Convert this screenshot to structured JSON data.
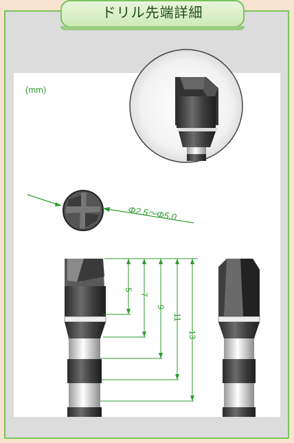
{
  "header": {
    "title": "ドリル先端詳細"
  },
  "diagram": {
    "unit_label": "(mm)",
    "diameter_label": "Φ2.5～Φ5.0",
    "dimensions": [
      "5",
      "7",
      "9",
      "11",
      "13"
    ]
  },
  "colors": {
    "accent_green": "#79c45c",
    "dimension_green": "#2c9a2c",
    "panel_bg": "#dcdcdc"
  }
}
